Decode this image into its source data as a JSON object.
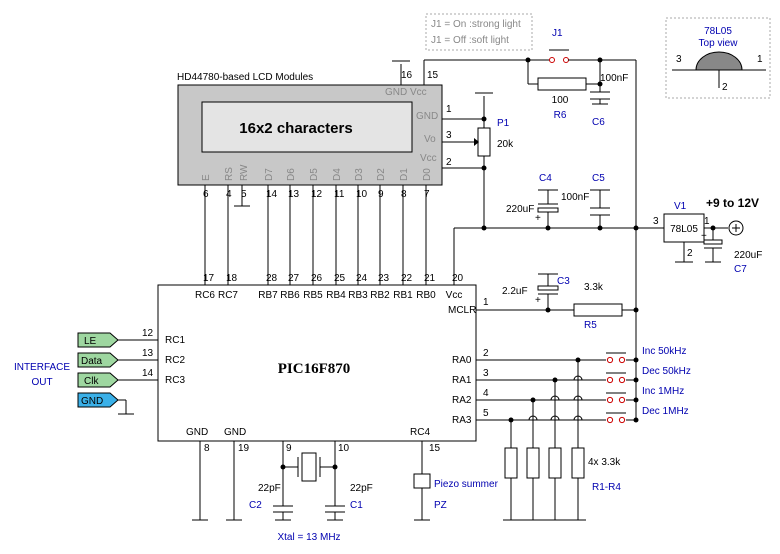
{
  "jumper_note": {
    "line1": "J1 = On :strong light",
    "line2": "J1 = Off :soft light"
  },
  "lcd": {
    "title": "HD44780-based LCD Modules",
    "display_text": "16x2 characters",
    "top_pins": {
      "gnd_vcc_label": "GND Vcc",
      "pin16": "16",
      "pin15": "15"
    },
    "side_labels": {
      "gnd": "GND",
      "vo": "Vo",
      "vcc": "Vcc"
    },
    "side_pins": {
      "p1": "1",
      "p3": "3",
      "p2": "2"
    },
    "bottom_labels": [
      "E",
      "RS",
      "RW",
      "D7",
      "D6",
      "D5",
      "D4",
      "D3",
      "D2",
      "D1",
      "D0"
    ],
    "bottom_pins": [
      "6",
      "4",
      "5",
      "14",
      "13",
      "12",
      "11",
      "10",
      "9",
      "8",
      "7"
    ]
  },
  "pic": {
    "name": "PIC16F870",
    "top_pin_numbers": [
      "17",
      "18",
      "28",
      "27",
      "26",
      "25",
      "24",
      "23",
      "22",
      "21",
      "20"
    ],
    "top_pin_labels": [
      "RC6",
      "RC7",
      "RB7",
      "RB6",
      "RB5",
      "RB4",
      "RB3",
      "RB2",
      "RB1",
      "RB0",
      "Vcc"
    ],
    "left_pins": [
      {
        "num": "12",
        "label": "RC1"
      },
      {
        "num": "13",
        "label": "RC2"
      },
      {
        "num": "14",
        "label": "RC3"
      }
    ],
    "right_pins": [
      {
        "num": "1",
        "label": "MCLR"
      },
      {
        "num": "2",
        "label": "RA0"
      },
      {
        "num": "3",
        "label": "RA1"
      },
      {
        "num": "4",
        "label": "RA2"
      },
      {
        "num": "5",
        "label": "RA3"
      }
    ],
    "bottom_pins": [
      {
        "num": "8",
        "label": "GND"
      },
      {
        "num": "19",
        "label": "GND"
      },
      {
        "num": "9",
        "label": ""
      },
      {
        "num": "10",
        "label": ""
      },
      {
        "num": "15",
        "label": "RC4"
      }
    ]
  },
  "interface": {
    "title_line1": "INTERFACE",
    "title_line2": "OUT",
    "tags": [
      "LE",
      "Data",
      "Clk",
      "GND"
    ],
    "tag_color": "#9ed7a0",
    "gnd_tag_color": "#3ab0e8"
  },
  "components": {
    "j1": "J1",
    "r6_value": "100",
    "r6_name": "R6",
    "c6_value": "100nF",
    "c6_name": "C6",
    "p1_name": "P1",
    "p1_value": "20k",
    "c4_name": "C4",
    "c4_value": "220uF",
    "c5_name": "C5",
    "c5_value": "100nF",
    "v1_name": "V1",
    "v1_part": "78L05",
    "v1_pins": [
      "3",
      "1",
      "2"
    ],
    "supply": "+9 to 12V",
    "c7_value": "220uF",
    "c7_name": "C7",
    "c3_name": "C3",
    "c3_value": "2.2uF",
    "r5_value": "3.3k",
    "r5_name": "R5",
    "r_array_value": "4x 3.3k",
    "r_array_name": "R1-R4",
    "switch_labels": [
      "Inc 50kHz",
      "Dec 50kHz",
      "Inc 1MHz",
      "Dec 1MHz"
    ],
    "c2_value": "22pF",
    "c2_name": "C2",
    "c1_value": "22pF",
    "c1_name": "C1",
    "xtal": "Xtal = 13 MHz",
    "piezo": "Piezo summer",
    "pz_name": "PZ"
  },
  "inset": {
    "part": "78L05",
    "view": "Top view",
    "pins": [
      "3",
      "1",
      "2"
    ]
  }
}
